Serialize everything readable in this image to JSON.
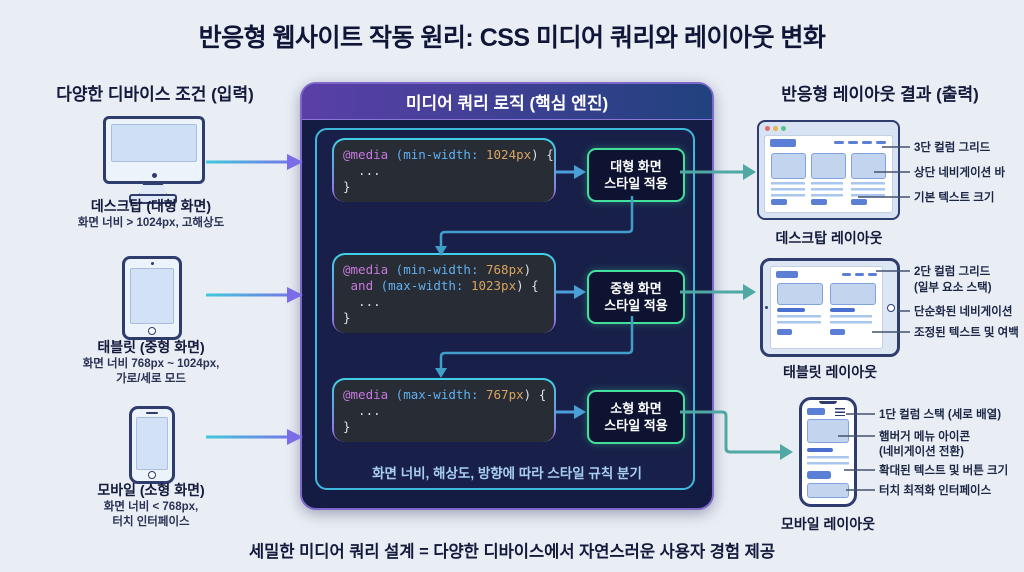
{
  "title": "반응형 웹사이트 작동 원리: CSS 미디어 쿼리와 레이아웃 변화",
  "footer": "세밀한 미디어 쿼리 설계 = 다양한 디바이스에서 자연스러운 사용자 경험 제공",
  "input_column": {
    "header": "다양한 디바이스 조건 (입력)",
    "devices": [
      {
        "name": "데스크탑 (대형 화면)",
        "spec1": "화면 너비 > 1024px, 고해상도",
        "spec2": ""
      },
      {
        "name": "태블릿 (중형 화면)",
        "spec1": "화면 너비 768px ~ 1024px,",
        "spec2": "가로/세로 모드"
      },
      {
        "name": "모바일 (소형 화면)",
        "spec1": "화면 너비 < 768px,",
        "spec2": "터치 인터페이스"
      }
    ]
  },
  "engine": {
    "header": "미디어 쿼리 로직 (핵심 엔진)",
    "footer": "화면 너비, 해상도, 방향에 따라 스타일 규칙 분기",
    "blocks": [
      {
        "line1": [
          {
            "t": "@media"
          },
          {
            "t": " (min-width: "
          },
          {
            "t": "1024px"
          },
          {
            "t": ") {"
          }
        ],
        "line2": "  ...",
        "line3": "}",
        "result_line1": "대형 화면",
        "result_line2": "스타일 적용"
      },
      {
        "line1": [
          {
            "t": "@media"
          },
          {
            "t": " (min-width: "
          },
          {
            "t": "768px"
          },
          {
            "t": ")"
          }
        ],
        "line2": [
          {
            "t": " and"
          },
          {
            "t": " (max-width: "
          },
          {
            "t": "1023px"
          },
          {
            "t": ") {"
          }
        ],
        "line3": "  ...",
        "line4": "}",
        "result_line1": "중형 화면",
        "result_line2": "스타일 적용"
      },
      {
        "line1": [
          {
            "t": "@media"
          },
          {
            "t": " (max-width: "
          },
          {
            "t": "767px"
          },
          {
            "t": ") {"
          }
        ],
        "line2": "  ...",
        "line3": "}",
        "result_line1": "소형 화면",
        "result_line2": "스타일 적용"
      }
    ]
  },
  "output_column": {
    "header": "반응형 레이아웃 결과 (출력)",
    "layouts": [
      {
        "caption": "데스크탑 레이아웃",
        "annotations": [
          "3단 컬럼 그리드",
          "상단 네비게이션 바",
          "기본 텍스트 크기"
        ]
      },
      {
        "caption": "태블릿 레이아웃",
        "annotations": [
          "2단 컬럼 그리드",
          "(일부 요소 스택)",
          "단순화된 네비게이션",
          "조정된 텍스트 및 여백"
        ]
      },
      {
        "caption": "모바일 레이아웃",
        "annotations": [
          "1단 컬럼 스택 (세로 배열)",
          "햄버거 메뉴 아이콘",
          "(네비게이션 전환)",
          "확대된 텍스트 및 버튼 크기",
          "터치 최적화 인터페이스"
        ]
      }
    ]
  },
  "colors": {
    "background": "#e9edf4",
    "panel_bg": "#151c44",
    "panel_header_gradient": [
      "#5b3fa8",
      "#21417e"
    ],
    "code_bg": "#282c34",
    "code_border_gradient": [
      "#3fd0e8",
      "#9a66e0"
    ],
    "code_keyword": "#c678dd",
    "code_property": "#61afef",
    "code_value": "#d9a45f",
    "result_border": "#42e09a",
    "input_arrow_gradient": [
      "#3ec8dc",
      "#7b6ce8"
    ],
    "flow_arrow": "#4a9fd8",
    "loop_arrow": "#3f9fc9",
    "output_arrow": "#4fa8a4",
    "mockup_accent": "#5b7fd4"
  }
}
